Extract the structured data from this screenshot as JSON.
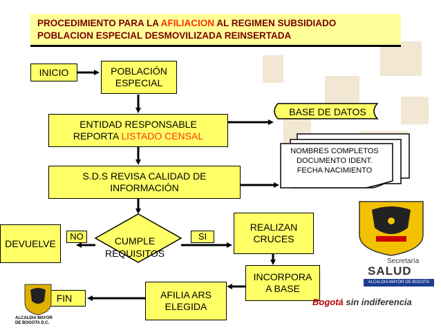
{
  "title": {
    "line1_a": "PROCEDIMIENTO PARA LA ",
    "line1_hl": "AFILIACION",
    "line1_b": " AL REGIMEN SUBSIDIADO",
    "line2": "POBLACION ESPECIAL DESMOVILIZADA REINSERTADA"
  },
  "nodes": {
    "inicio": "INICIO",
    "poblacion_1": "POBLACIÓN",
    "poblacion_2": "ESPECIAL",
    "entidad_1": "ENTIDAD RESPONSABLE",
    "entidad_2a": "REPORTA ",
    "entidad_2b": "LISTADO CENSAL",
    "base_datos": "BASE DE DATOS",
    "doc_1": "NOMBRES COMPLETOS",
    "doc_2": "DOCUMENTO IDENT.",
    "doc_3": "FECHA NACIMIENTO",
    "sds_1": "S.D.S REVISA CALIDAD DE",
    "sds_2": "INFORMACIÓN",
    "cumple_1": "CUMPLE",
    "cumple_2": "REQUISITOS",
    "no": "NO",
    "si": "SI",
    "devuelve": "DEVUELVE",
    "realizan_1": "REALIZAN",
    "realizan_2": "CRUCES",
    "incorpora_1": "INCORPORA",
    "incorpora_2": "A BASE",
    "afilia_1": "AFILIA ARS",
    "afilia_2": "ELEGIDA",
    "fin": "FIN"
  },
  "logos": {
    "secretaria": "Secretaría",
    "salud": "SALUD",
    "alcaldia_bar": "ALCALDIA MAYOR DE BOGOTA",
    "bogota_a": "Bogotá",
    "bogota_b": "sin indiferencia",
    "alcaldia_1": "ALCALDIA MAYOR",
    "alcaldia_2": "DE BOGOTA D.C."
  },
  "colors": {
    "box_fill": "#ffff66",
    "title_fill": "#ffff99",
    "title_text": "#7a0000",
    "highlight": "#ff3300"
  }
}
